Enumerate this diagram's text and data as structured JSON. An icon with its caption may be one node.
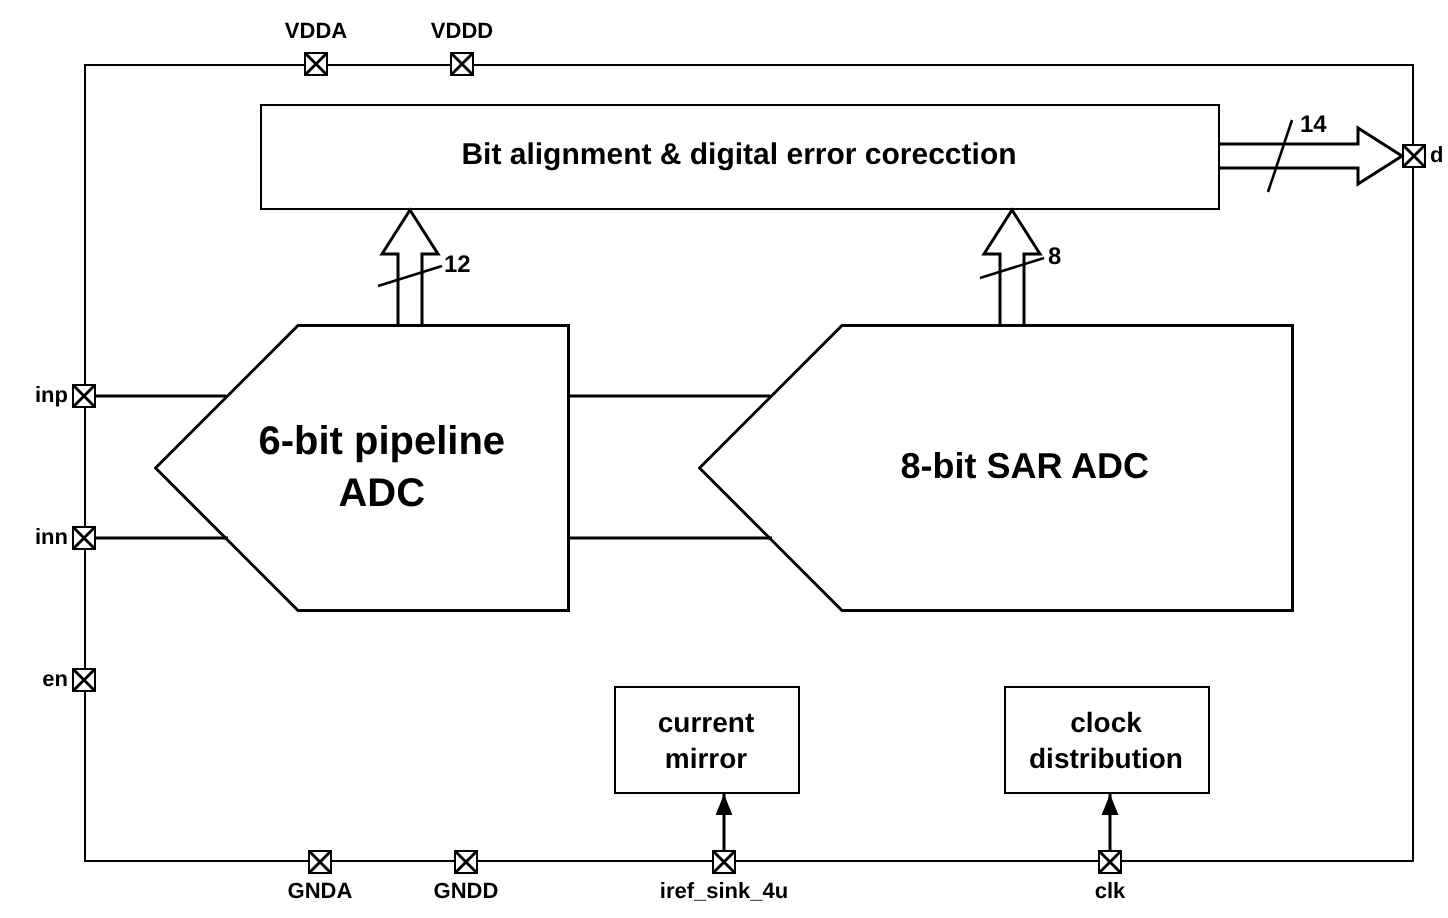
{
  "diagram": {
    "nodes": [
      {
        "text": [],
        "shape": "box"
      },
      {
        "text": [],
        "shape": "box",
        "beside": [
          "VDDA"
        ]
      },
      {
        "text": [],
        "shape": "box",
        "beside": [
          "VDDD"
        ]
      },
      {
        "text": [
          "Bit alignment & digital error corecction"
        ],
        "in": 0
      },
      {
        "text": [],
        "shape": "box",
        "beside": [
          "d"
        ]
      },
      {
        "text": [],
        "shape": "box",
        "beside": [
          "inp"
        ]
      },
      {
        "text": [
          "6-bit pipeline ADC"
        ],
        "in": 0
      },
      {
        "text": [
          "8-bit SAR ADC"
        ],
        "in": 0
      },
      {
        "text": [],
        "shape": "box",
        "beside": [
          "inn"
        ]
      },
      {
        "text": [],
        "shape": "box",
        "beside": [
          "en"
        ]
      },
      {
        "text": [
          "current mirror"
        ],
        "in": 0
      },
      {
        "text": [
          "clock distribution"
        ],
        "in": 0
      },
      {
        "text": [],
        "shape": "box",
        "beside": [
          "GNDA"
        ]
      },
      {
        "text": [],
        "shape": "box",
        "beside": [
          "GNDD"
        ]
      },
      {
        "text": [],
        "shape": "box",
        "beside": [
          "iref_sink_4u"
        ]
      },
      {
        "text": [],
        "shape": "box",
        "beside": [
          "clk"
        ]
      }
    ],
    "edges": [
      {
        "from": 6,
        "to": 3,
        "arrow": "to",
        "label": "12",
        "style": "thick"
      },
      {
        "from": 7,
        "to": 3,
        "arrow": "to",
        "label": "8",
        "style": "thick"
      },
      {
        "from": 3,
        "to": 4,
        "arrow": "to",
        "label": "14",
        "style": "thick"
      },
      {
        "from": 5,
        "to": 6,
        "arrow": "none"
      },
      {
        "from": 8,
        "to": 6,
        "arrow": "none"
      },
      {
        "from": 6,
        "to": 7,
        "arrow": "none"
      },
      {
        "from": 6,
        "to": 7,
        "arrow": "none"
      },
      {
        "from": 14,
        "to": 10,
        "arrow": "to"
      },
      {
        "from": 15,
        "to": 11,
        "arrow": "to"
      }
    ]
  }
}
